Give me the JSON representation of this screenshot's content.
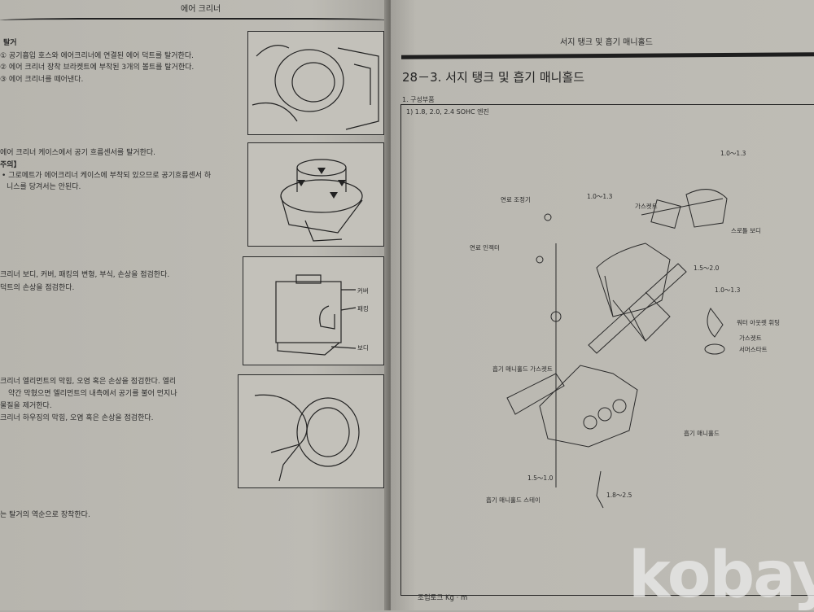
{
  "left_page": {
    "header": "에어 크리너",
    "removal": {
      "title": "탈거",
      "steps": [
        "① 공기흡입 호스와 에어크리너에 연결된 에어 덕트를 탈거한다.",
        "② 에어 크리너 장착 브라켓트에 부착된 3개의 볼트를 탈거한다.",
        "③ 에어 크리너를 떼어낸다."
      ]
    },
    "sensor": {
      "line": "에어 크리너 케이스에서 공기 흐름센서를 탈거한다.",
      "caution_title": "주의】",
      "caution_lines": [
        "• 그로메트가 에어크리너 케이스에 부착되 있으므로 공기흐름센서 하",
        "니스를 당겨서는 안된다."
      ]
    },
    "inspect1": [
      "크리너 보디, 커버, 패킹의 변형, 부식, 손상을 점검한다.",
      "덕트의 손상을 점검한다."
    ],
    "inspect2": [
      "크리너 엘리먼트의 막힘, 오염 혹은 손상을 점검한다. 엘리",
      "약간 막혔으면 엘리먼트의 내측에서 공기를 불어 먼지나",
      "물질을 제거한다.",
      "크리너 하우징의 막힘, 오염 혹은 손상을 점검한다."
    ],
    "install": "는 탈거의 역순으로 장착한다.",
    "fig3_labels": [
      "커버",
      "패킹",
      "보디"
    ]
  },
  "right_page": {
    "header": "서지 탱크 및 흡기 매니홀드",
    "section_title": "28－3. 서지 탱크 및 흡기 매니홀드",
    "subsection": "1. 구성부품",
    "box_title": "1) 1.8, 2.0, 2.4 SOHC 엔진",
    "labels": {
      "fuel_regulator": "연료 조정기",
      "fuel_injector": "연료 인젝터",
      "torque_a": "1.0～1.3",
      "torque_b": "1.0～1.3",
      "gasket": "가스켓트",
      "throttle_body": "스로틀 보디",
      "torque_c": "1.5～2.0",
      "torque_d": "1.0～1.3",
      "water_outlet": "워터 아웃렛 휘팅",
      "gasket2": "가스켓트",
      "thermostat": "서머스타트",
      "manifold_gasket": "흡기 매니홀드 가스켓트",
      "intake_manifold": "흡기 매니홀드",
      "torque_e": "1.5～1.0",
      "manifold_stay": "흡기 매니홀드 스테이",
      "torque_f": "1.8～2.5"
    },
    "torque_unit": "조임토크 Kg · m"
  },
  "watermark": "kobay"
}
